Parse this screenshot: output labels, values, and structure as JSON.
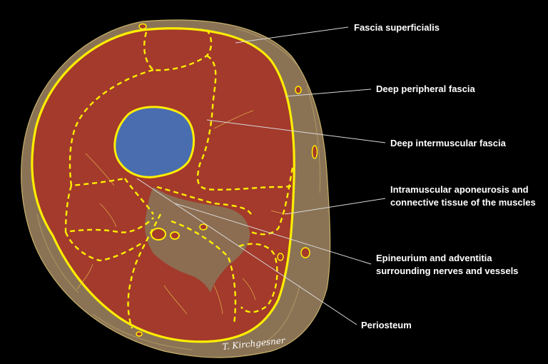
{
  "labels": {
    "fascia_superficialis": "Fascia superficialis",
    "deep_peripheral_fascia": "Deep peripheral fascia",
    "deep_intermuscular_fascia": "Deep intermuscular fascia",
    "intramuscular_aponeurosis_line1": "Intramuscular aponeurosis and",
    "intramuscular_aponeurosis_line2": "connective tissue of the muscles",
    "epineurium_line1": "Epineurium and adventitia",
    "epineurium_line2": "surrounding nerves and vessels",
    "periosteum": "Periosteum"
  },
  "signature": "T. Kirchgesner",
  "colors": {
    "background": "#000000",
    "subcutaneous": "#8a7355",
    "muscle": "#a33a2c",
    "bone": "#4a6db0",
    "fascia": "#ffee00",
    "label_text": "#ffffff"
  }
}
